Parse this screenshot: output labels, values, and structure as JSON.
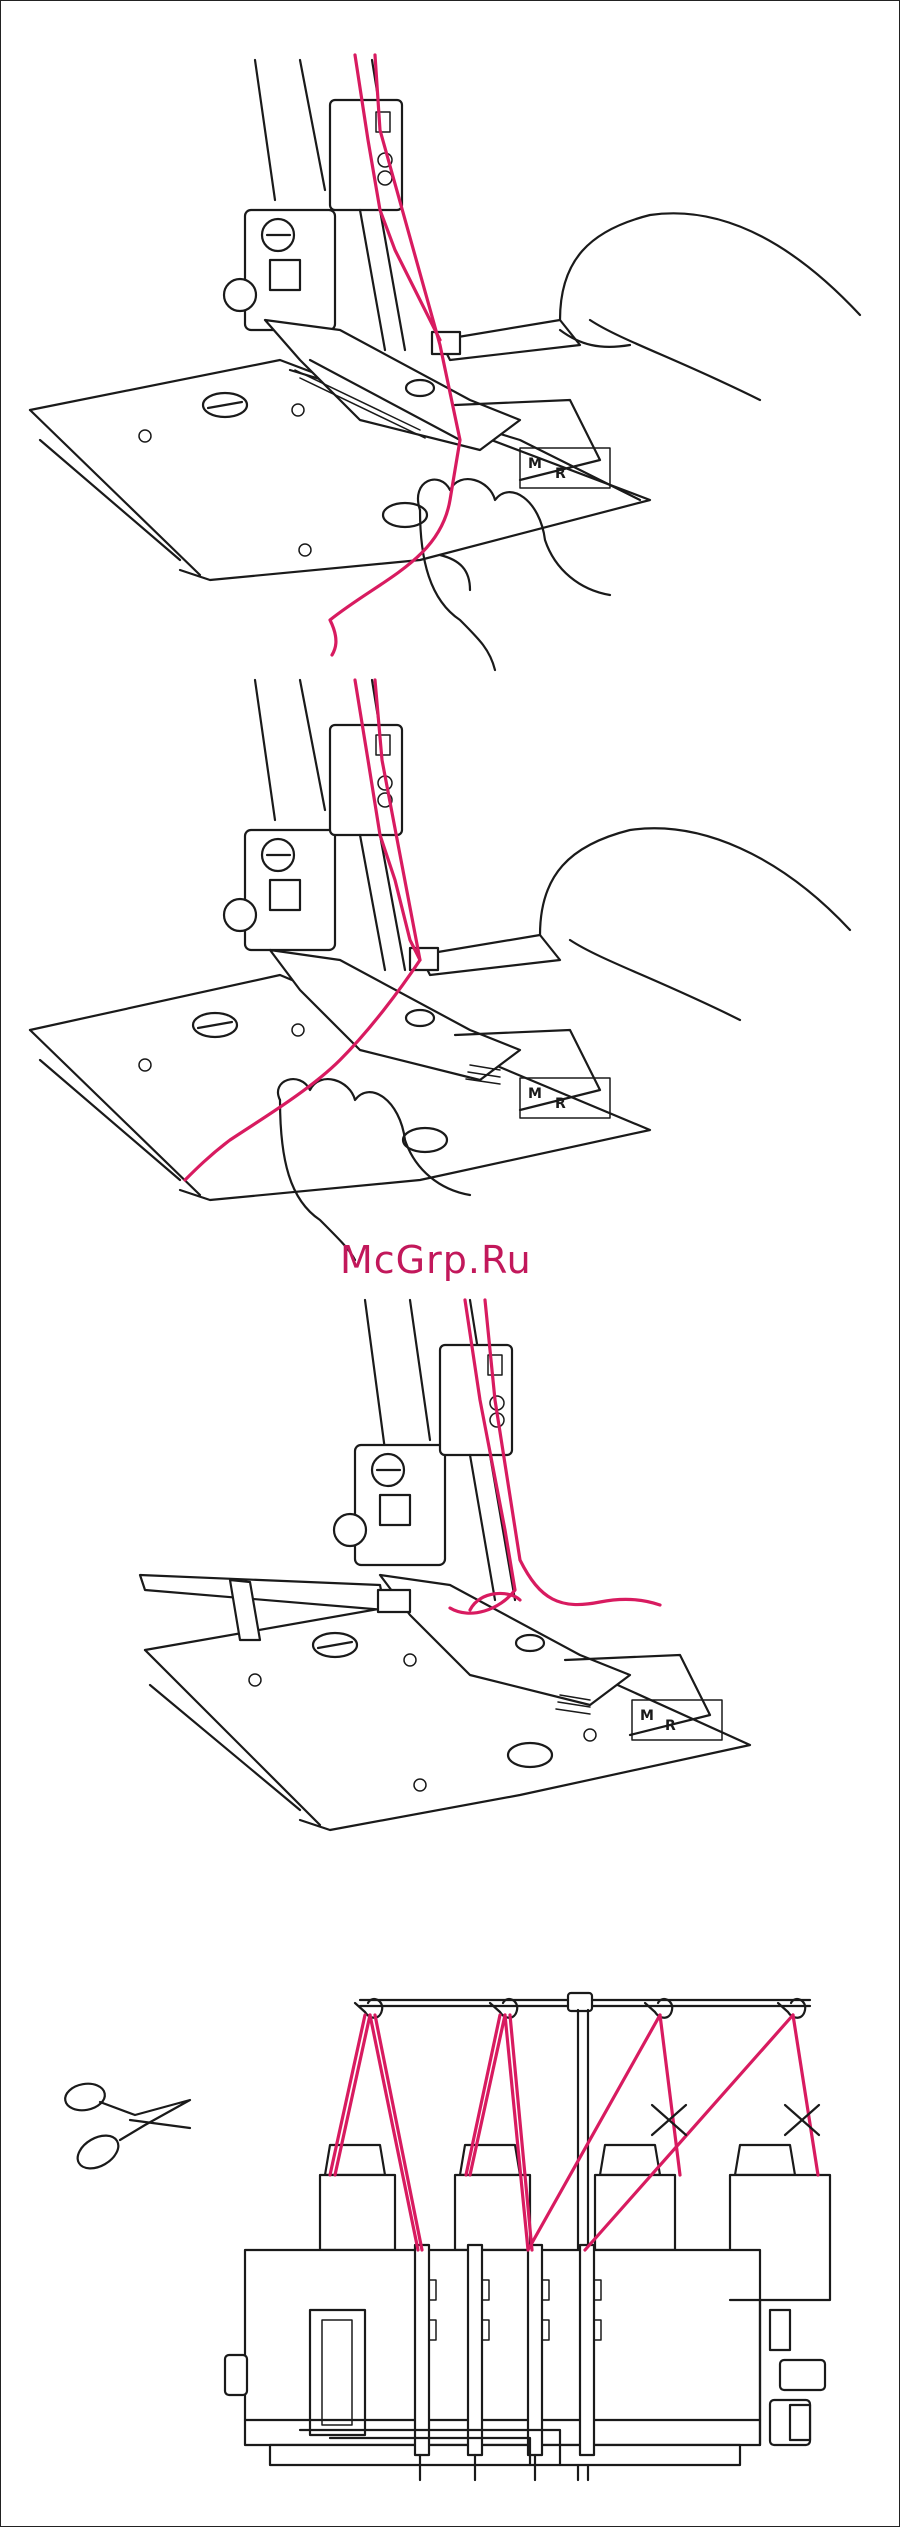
{
  "watermark": "McGrp.Ru",
  "panels": {
    "step1": {
      "mark_m": "M",
      "mark_r": "R"
    },
    "step2": {
      "mark_m": "M",
      "mark_r": "R"
    },
    "step3": {
      "mark_m": "M",
      "mark_r": "R"
    }
  },
  "colors": {
    "thread": "#d81b60",
    "line": "#1a1a1a",
    "background": "#ffffff"
  },
  "icons": [
    "scissors-icon",
    "x-mark-icon"
  ]
}
